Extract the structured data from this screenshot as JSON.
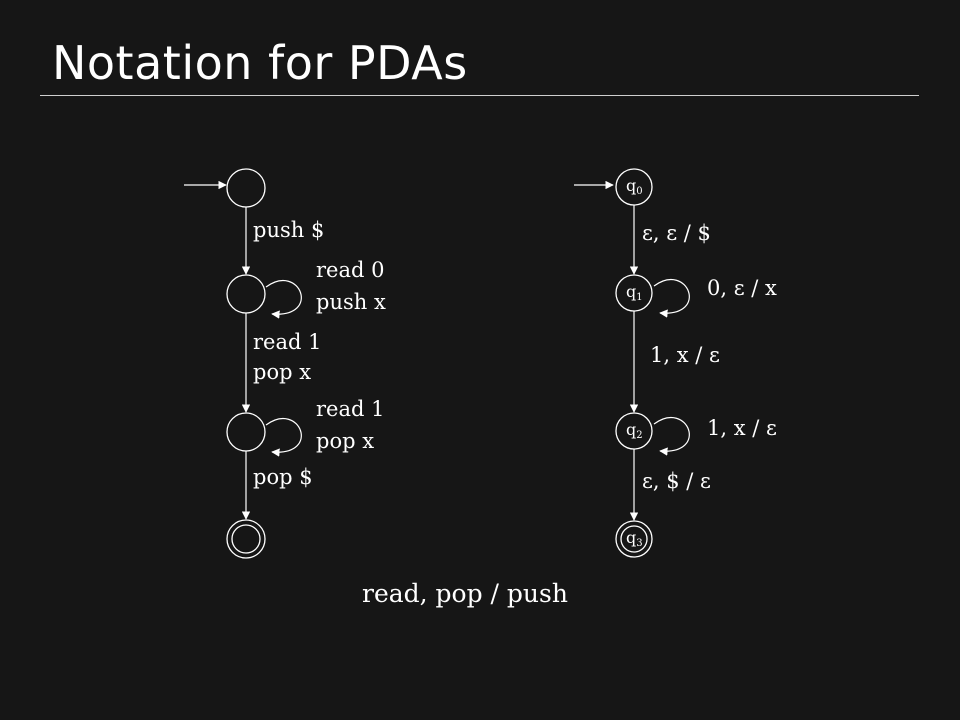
{
  "title": "Notation for PDAs",
  "left_diagram": {
    "edge_start_push": "push $",
    "loop_1_read": "read 0",
    "loop_1_push": "push x",
    "edge_mid_read": "read 1",
    "edge_mid_pop": "pop x",
    "loop_2_read": "read 1",
    "loop_2_pop": "pop x",
    "edge_final_pop": "pop $"
  },
  "right_diagram": {
    "states": [
      {
        "base": "q",
        "sub": "0"
      },
      {
        "base": "q",
        "sub": "1"
      },
      {
        "base": "q",
        "sub": "2"
      },
      {
        "base": "q",
        "sub": "3"
      }
    ],
    "edge_q0_q1": "ε, ε / $",
    "loop_q1": "0, ε / x",
    "edge_q1_q2": "1, x / ε",
    "loop_q2": "1, x / ε",
    "edge_q2_q3": "ε, $ / ε"
  },
  "caption": "read, pop / push"
}
